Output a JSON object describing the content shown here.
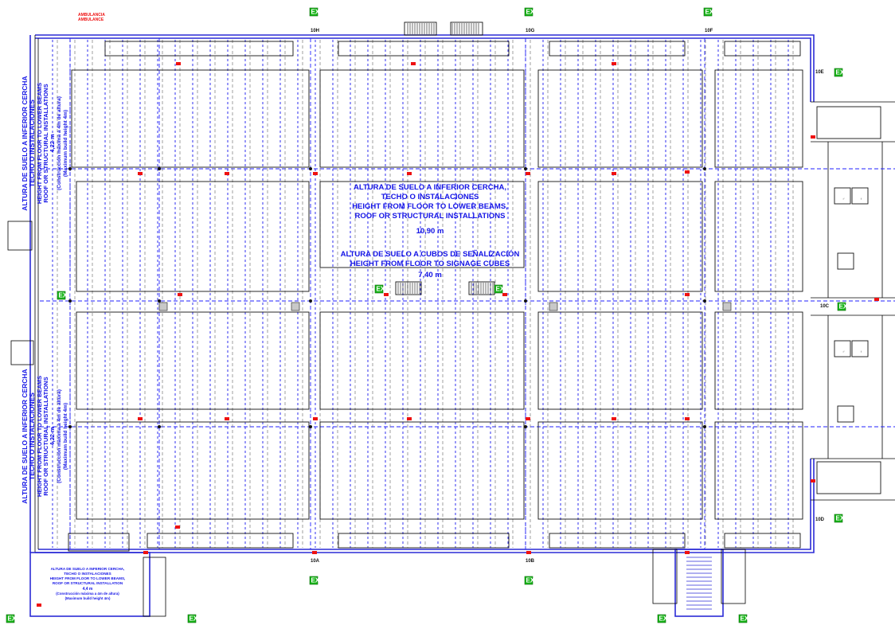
{
  "plan": {
    "center_note": {
      "height_lines": [
        "ALTURA DE SUELO A INFERIOR CERCHA,",
        "TECHO O INSTALACIONES",
        "HEIGHT FROM FLOOR TO LOWER BEAMS,",
        "ROOF OR STRUCTURAL INSTALLATIONS",
        "10,90 m"
      ],
      "signage_lines": [
        "ALTURA DE SUELO A CUBOS DE SEÑALIZACIÓN",
        "HEIGHT FROM FLOOR TO SIGNAGE CUBES",
        "7,40 m"
      ]
    },
    "left_note_top": [
      "ALTURA DE SUELO A INFERIOR CERCHA",
      "TECHO O INSTALACIONES",
      "HEIGHT FROM FLOOR TO LOWER BEAMS",
      "ROOF OR STRUCTURAL INSTALLATIONS",
      "4,22 m",
      "(Construcción máxima a 4m de altura)",
      "(Maximum build height 4m)"
    ],
    "left_note_bottom": [
      "ALTURA DE SUELO A INFERIOR CERCHA",
      "TECHO O INSTALACIONES",
      "HEIGHT FROM FLOOR TO LOWER BEAMS",
      "ROOF OR STRUCTURAL INSTALLATIONS",
      "4,22 m",
      "(Construcción máxima a 4m de altura)",
      "(Maximum build height 4m)"
    ],
    "corner_note": [
      "ALTURA DE SUELO A INFERIOR CERCHA,",
      "TECHO O INSTALACIONES",
      "HEIGHT FROM FLOOR TO LOWER BEAMS,",
      "ROOF OR STRUCTURAL INSTALLATION",
      "4,4 m",
      "(Construcción máxima a 4m de altura)",
      "(Maximum build height 4m)"
    ],
    "doors": {
      "top": [
        "10H",
        "10G",
        "10F"
      ],
      "bottom": [
        "10A",
        "10B"
      ],
      "right": [
        "10E",
        "10D"
      ],
      "mid_right": "10C"
    },
    "top_red_label": [
      "AMBULANCIA",
      "AMBULANCE"
    ],
    "exit_sign": "EXIT",
    "colors": {
      "wall": "#2b2bd6",
      "grid": "#2222ff",
      "exit": "#18b418",
      "hydrant": "#ee1111",
      "text": "#1414e6"
    }
  }
}
